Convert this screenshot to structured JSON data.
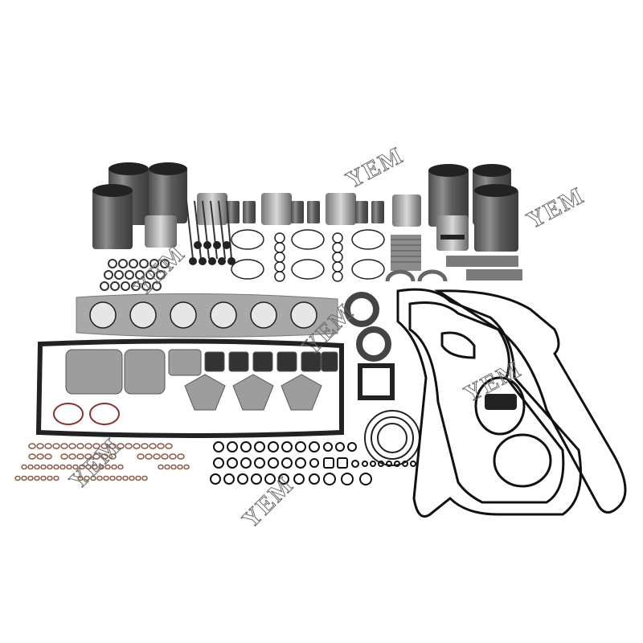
{
  "image": {
    "subject": "Engine overhaul rebuild kit laid out on white background",
    "background_color": "#ffffff",
    "metal_color": "#6e6e6e",
    "gasket_color": "#1a1a1a",
    "copper_color": "#8a5a44"
  },
  "watermarks": [
    {
      "text": "YEM"
    },
    {
      "text": "YEM"
    },
    {
      "text": "YEM"
    },
    {
      "text": "YEM"
    },
    {
      "text": "YEM"
    },
    {
      "text": "YEM"
    },
    {
      "text": "YEM"
    }
  ],
  "components": [
    "cylinder-liners",
    "pistons",
    "piston-pins",
    "piston-rings",
    "valves",
    "connecting-rod-bearings",
    "main-bearings",
    "thrust-washers",
    "cylinder-head-gasket",
    "oil-pan-gasket",
    "exhaust-manifold-gaskets",
    "crankshaft-seals",
    "timing-cover-gaskets",
    "o-rings",
    "copper-washers",
    "valve-stem-seals"
  ]
}
